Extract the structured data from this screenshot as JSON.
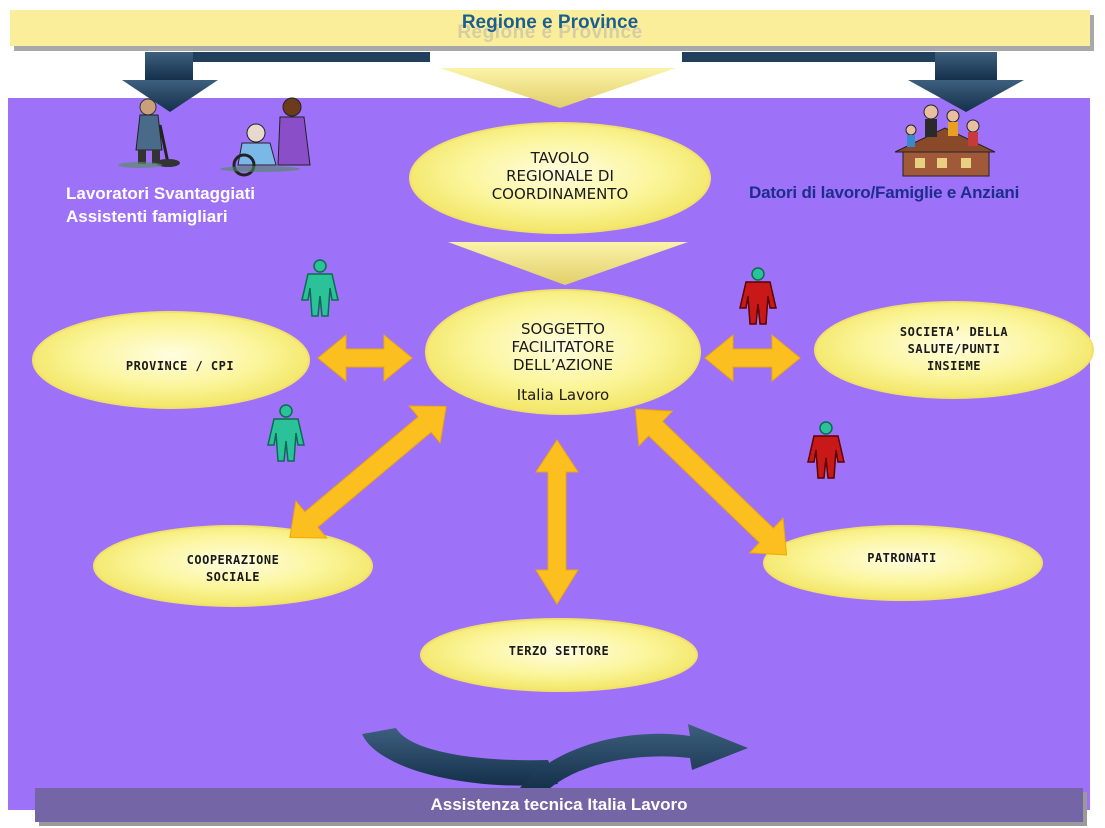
{
  "header": {
    "title": "Regione e Province"
  },
  "footer": {
    "title": "Assistenza tecnica Italia Lavoro"
  },
  "left_group": {
    "line1": "Lavoratori Svantaggiati",
    "line2": "Assistenti famigliari"
  },
  "right_group": {
    "label": "Datori di lavoro/Famiglie e Anziani"
  },
  "nodes": {
    "tavolo": "TAVOLO\nREGIONALE DI\nCOORDINAMENTO",
    "soggetto": "SOGGETTO\nFACILITATORE\nDELL’AZIONE",
    "soggetto_sub": "Italia Lavoro",
    "province": "PROVINCE / CPI",
    "societa": "SOCIETA’ DELLA\nSALUTE/PUNTI\nINSIEME",
    "cooperazione": "COOPERAZIONE\nSOCIALE",
    "patronati": "PATRONATI",
    "terzo": "TERZO SETTORE"
  },
  "colors": {
    "panel": "#9e72f8",
    "ellipse": "#fbf59a",
    "arrow": "#fbbf20",
    "header_text": "#1b5f90",
    "footer_bar": "#7466a6",
    "navy_arrow": "#1f3f5c",
    "green_figure": "#2bc29a",
    "red_figure": "#c81818"
  },
  "icons": [
    "down-arrow-icon",
    "worker-clipart-icon",
    "elderly-care-clipart-icon",
    "family-house-clipart-icon",
    "person-icon",
    "double-arrow-icon",
    "curved-arrow-icon"
  ]
}
